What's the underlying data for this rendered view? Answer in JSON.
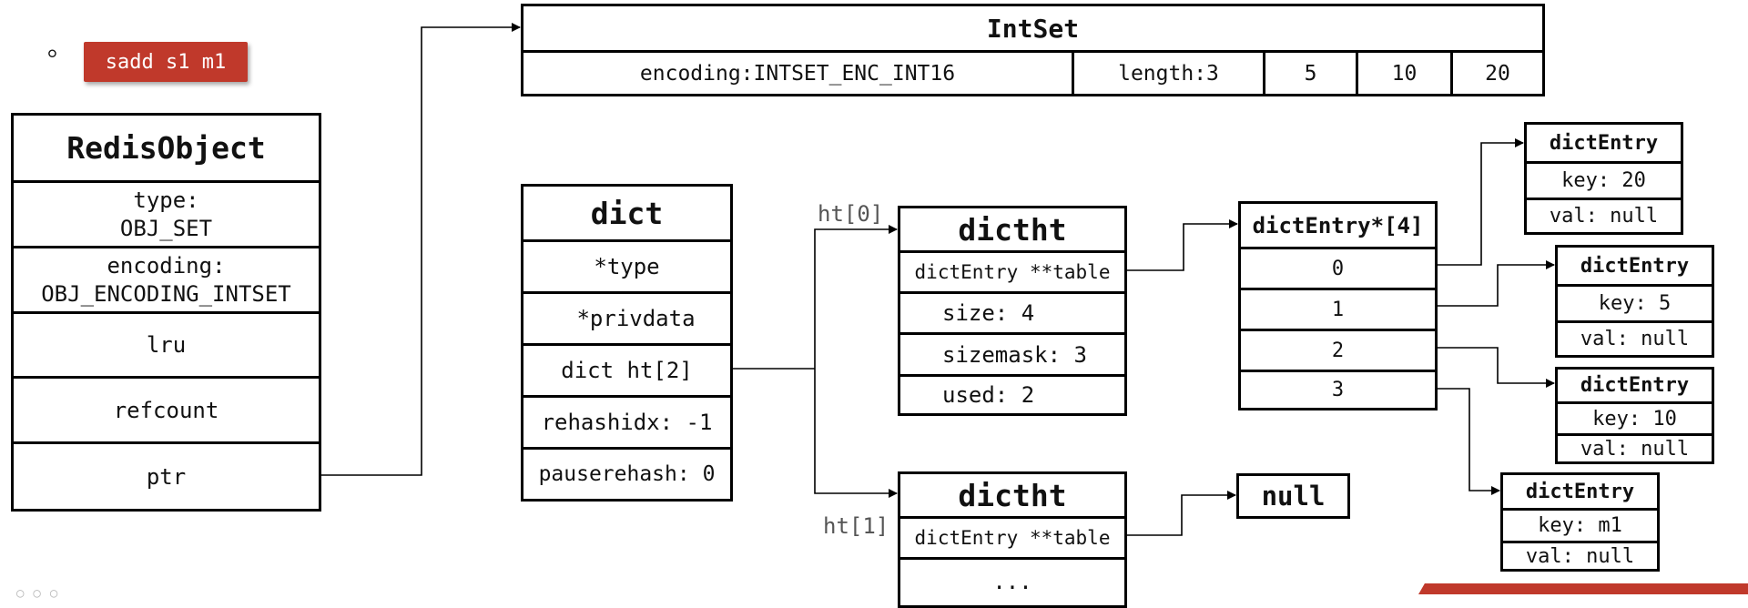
{
  "command": "sadd s1 m1",
  "bullet": "。",
  "redis_object": {
    "title": "RedisObject",
    "type_label": "type:",
    "type_value": "OBJ_SET",
    "encoding_label": "encoding:",
    "encoding_value": "OBJ_ENCODING_INTSET",
    "lru": "lru",
    "refcount": "refcount",
    "ptr": "ptr"
  },
  "intset": {
    "title": "IntSet",
    "encoding": "encoding:INTSET_ENC_INT16",
    "length": "length:3",
    "values": [
      "5",
      "10",
      "20"
    ]
  },
  "dict": {
    "title": "dict",
    "type": "*type",
    "privdata": "*privdata",
    "ht": "dict ht[2]",
    "rehashidx": "rehashidx: -1",
    "pauserehash": "pauserehash: 0"
  },
  "ht_labels": {
    "ht0": "ht[0]",
    "ht1": "ht[1]"
  },
  "dictht0": {
    "title": "dictht",
    "table": "dictEntry **table",
    "size": "size: 4",
    "sizemask": "sizemask: 3",
    "used": "used: 2"
  },
  "dictht1": {
    "title": "dictht",
    "table": "dictEntry **table",
    "more": "..."
  },
  "null_box": "null",
  "entry_array": {
    "title": "dictEntry*[4]",
    "slots": [
      "0",
      "1",
      "2",
      "3"
    ]
  },
  "entries": [
    {
      "title": "dictEntry",
      "key": "key: 20",
      "val": "val: null"
    },
    {
      "title": "dictEntry",
      "key": "key: 5",
      "val": "val: null"
    },
    {
      "title": "dictEntry",
      "key": "key: 10",
      "val": "val: null"
    },
    {
      "title": "dictEntry",
      "key": "key: m1",
      "val": "val: null"
    }
  ],
  "colors": {
    "accent": "#c0392b",
    "line": "#000000",
    "label": "#555555"
  }
}
